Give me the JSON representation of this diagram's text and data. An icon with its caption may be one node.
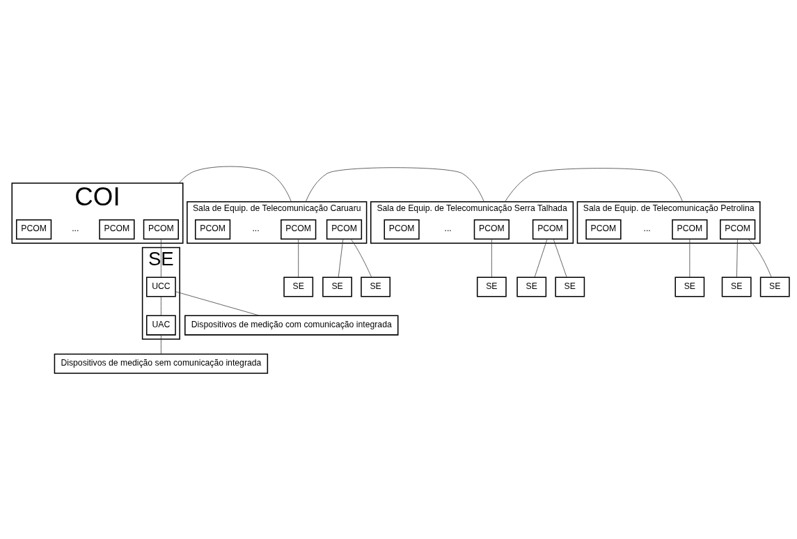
{
  "diagram": {
    "nodes": [
      {
        "text": [
          "COI"
        ]
      },
      {
        "text": [
          "PCOM"
        ],
        "in": 0
      },
      {
        "text": [
          "PCOM"
        ],
        "in": 0
      },
      {
        "text": [
          "PCOM"
        ],
        "in": 0
      },
      {
        "text": [
          "Sala de Equip. de Telecomunicação Caruaru"
        ]
      },
      {
        "text": [
          "PCOM"
        ],
        "in": 4
      },
      {
        "text": [
          "PCOM"
        ],
        "in": 4
      },
      {
        "text": [
          "PCOM"
        ],
        "in": 4
      },
      {
        "text": [
          "Sala de Equip. de Telecomunicação Serra Talhada"
        ]
      },
      {
        "text": [
          "PCOM"
        ],
        "in": 8
      },
      {
        "text": [
          "PCOM"
        ],
        "in": 8
      },
      {
        "text": [
          "PCOM"
        ],
        "in": 8
      },
      {
        "text": [
          "Sala de Equip. de Telecomunicação Petrolina"
        ]
      },
      {
        "text": [
          "PCOM"
        ],
        "in": 12
      },
      {
        "text": [
          "PCOM"
        ],
        "in": 12
      },
      {
        "text": [
          "PCOM"
        ],
        "in": 12
      },
      {
        "text": [
          "SE"
        ]
      },
      {
        "text": [
          "SE"
        ]
      },
      {
        "text": [
          "SE"
        ]
      },
      {
        "text": [
          "SE"
        ]
      },
      {
        "text": [
          "SE"
        ]
      },
      {
        "text": [
          "SE"
        ]
      },
      {
        "text": [
          "SE"
        ]
      },
      {
        "text": [
          "SE"
        ]
      },
      {
        "text": [
          "SE"
        ]
      },
      {
        "text": [
          "SE"
        ]
      },
      {
        "text": [
          "UCC"
        ],
        "in": 25
      },
      {
        "text": [
          "UAC"
        ],
        "in": 25
      },
      {
        "text": [
          "Dispositivos de medição sem comunicação integrada"
        ]
      },
      {
        "text": [
          "Dispositivos de medição com comunicação integrada"
        ]
      }
    ],
    "edges": [
      {
        "from": 0,
        "to": 4,
        "arrow": "none"
      },
      {
        "from": 4,
        "to": 8,
        "arrow": "none"
      },
      {
        "from": 8,
        "to": 12,
        "arrow": "none"
      },
      {
        "from": 1,
        "to": 26,
        "arrow": "none"
      },
      {
        "from": 6,
        "to": 16,
        "arrow": "none"
      },
      {
        "from": 6,
        "to": 17,
        "arrow": "none"
      },
      {
        "from": 5,
        "to": 18,
        "arrow": "none"
      },
      {
        "from": 10,
        "to": 19,
        "arrow": "none"
      },
      {
        "from": 10,
        "to": 20,
        "arrow": "none"
      },
      {
        "from": 9,
        "to": 21,
        "arrow": "none"
      },
      {
        "from": 14,
        "to": 22,
        "arrow": "none"
      },
      {
        "from": 14,
        "to": 23,
        "arrow": "none"
      },
      {
        "from": 13,
        "to": 24,
        "arrow": "none"
      },
      {
        "from": 26,
        "to": 27,
        "arrow": "none"
      },
      {
        "from": 27,
        "to": 28,
        "arrow": "none"
      },
      {
        "from": 26,
        "to": 29,
        "arrow": "none"
      }
    ],
    "labels": [
      "...",
      "...",
      "...",
      "..."
    ]
  }
}
